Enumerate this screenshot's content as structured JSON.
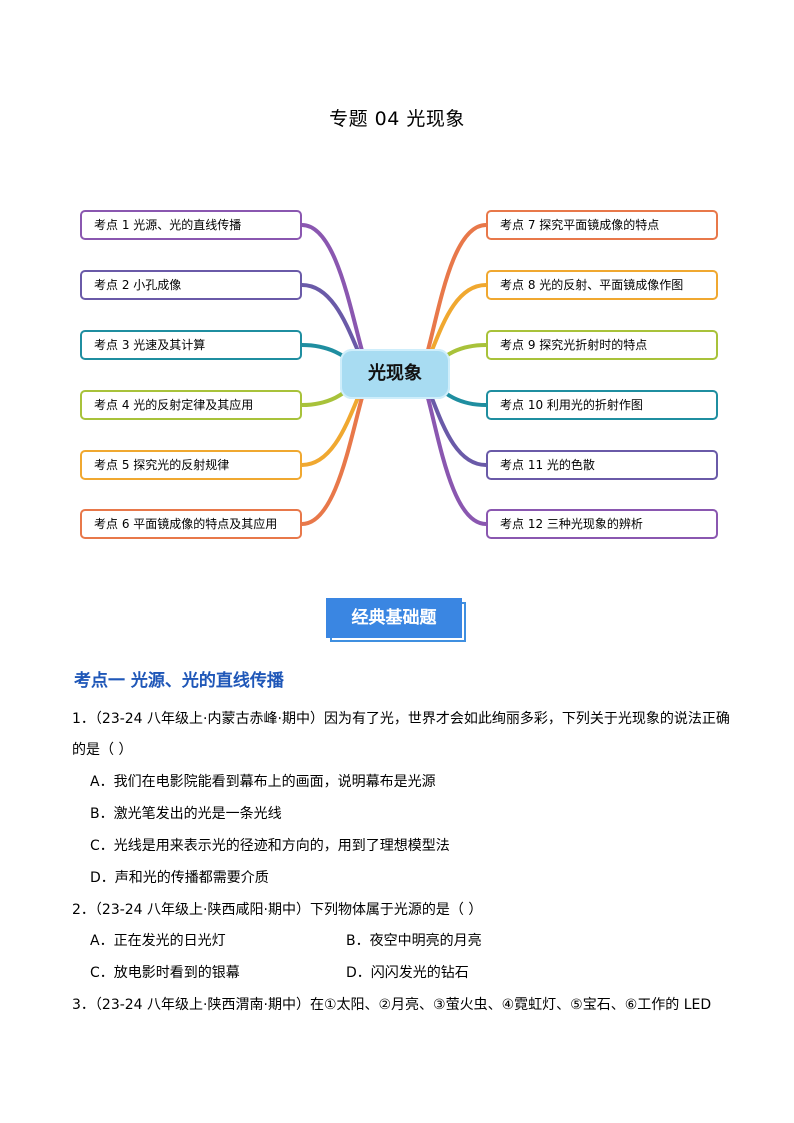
{
  "title": "专题 04 光现象",
  "mindmap": {
    "center": "光现象",
    "left": [
      {
        "label": "考点 1 光源、光的直线传播",
        "color": "#8a57b0"
      },
      {
        "label": "考点 2 小孔成像",
        "color": "#6a5aa8"
      },
      {
        "label": "考点 3 光速及其计算",
        "color": "#1f8ea0"
      },
      {
        "label": "考点 4 光的反射定律及其应用",
        "color": "#a8c23a"
      },
      {
        "label": "考点 5 探究光的反射规律",
        "color": "#f0a830"
      },
      {
        "label": "考点 6 平面镜成像的特点及其应用",
        "color": "#e8784a"
      }
    ],
    "right": [
      {
        "label": "考点 7 探究平面镜成像的特点",
        "color": "#e8784a"
      },
      {
        "label": "考点 8 光的反射、平面镜成像作图",
        "color": "#f0a830"
      },
      {
        "label": "考点 9 探究光折射时的特点",
        "color": "#a8c23a"
      },
      {
        "label": "考点 10 利用光的折射作图",
        "color": "#1f8ea0"
      },
      {
        "label": "考点 11 光的色散",
        "color": "#6a5aa8"
      },
      {
        "label": "考点 12 三种光现象的辨析",
        "color": "#8a57b0"
      }
    ]
  },
  "banner": "经典基础题",
  "section": "考点一 光源、光的直线传播",
  "questions": [
    {
      "stem_line1": "1．（23-24 八年级上·内蒙古赤峰·期中）因为有了光，世界才会如此绚丽多彩，下列关于光现象的说法正确",
      "stem_line2": "的是（ ）",
      "options": [
        "A．我们在电影院能看到幕布上的画面，说明幕布是光源",
        "B．激光笔发出的光是一条光线",
        "C．光线是用来表示光的径迹和方向的，用到了理想模型法",
        "D．声和光的传播都需要介质"
      ]
    },
    {
      "stem_line1": "2．（23-24 八年级上·陕西咸阳·期中）下列物体属于光源的是（ ）",
      "options": [
        "A．正在发光的日光灯",
        "B．夜空中明亮的月亮",
        "C．放电影时看到的银幕",
        "D．闪闪发光的钻石"
      ]
    },
    {
      "stem_line1": "3．（23-24 八年级上·陕西渭南·期中）在①太阳、②月亮、③萤火虫、④霓虹灯、⑤宝石、⑥工作的 LED"
    }
  ]
}
